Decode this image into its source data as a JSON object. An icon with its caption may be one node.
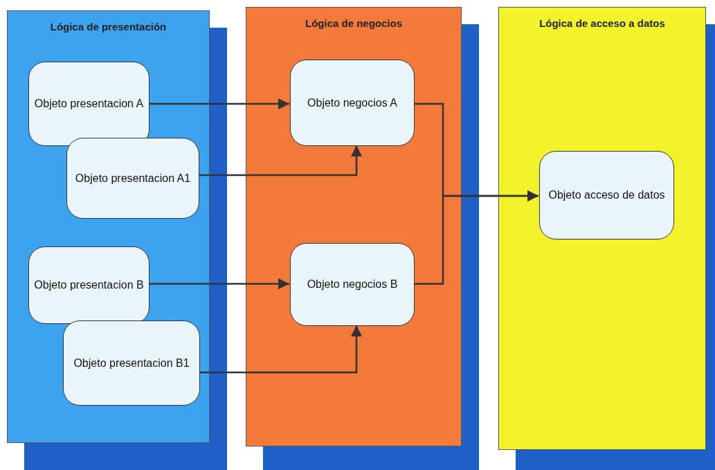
{
  "diagram": {
    "nodes": [
      {
        "text": [
          "Lógica de presentación"
        ]
      },
      {
        "text": [
          "Objeto presentacion A"
        ],
        "in": 0
      },
      {
        "text": [
          "Objeto presentacion A1"
        ],
        "in": 0
      },
      {
        "text": [
          "Objeto presentacion B"
        ],
        "in": 0
      },
      {
        "text": [
          "Objeto presentacion B1"
        ],
        "in": 0
      },
      {
        "text": [
          "Lógica de negocios"
        ]
      },
      {
        "text": [
          "Objeto negocios A"
        ],
        "in": 5
      },
      {
        "text": [
          "Objeto negocios B"
        ],
        "in": 5
      },
      {
        "text": [
          "Lógica de acceso a datos"
        ]
      },
      {
        "text": [
          "Objeto acceso de datos"
        ],
        "in": 8
      }
    ],
    "edges": [
      {
        "from": 1,
        "to": 6,
        "arrow": "to"
      },
      {
        "from": 2,
        "to": 6,
        "arrow": "to"
      },
      {
        "from": 3,
        "to": 7,
        "arrow": "to"
      },
      {
        "from": 4,
        "to": 7,
        "arrow": "to"
      },
      {
        "from": 6,
        "to": 9,
        "arrow": "to"
      },
      {
        "from": 7,
        "to": 9,
        "arrow": "to"
      }
    ]
  }
}
